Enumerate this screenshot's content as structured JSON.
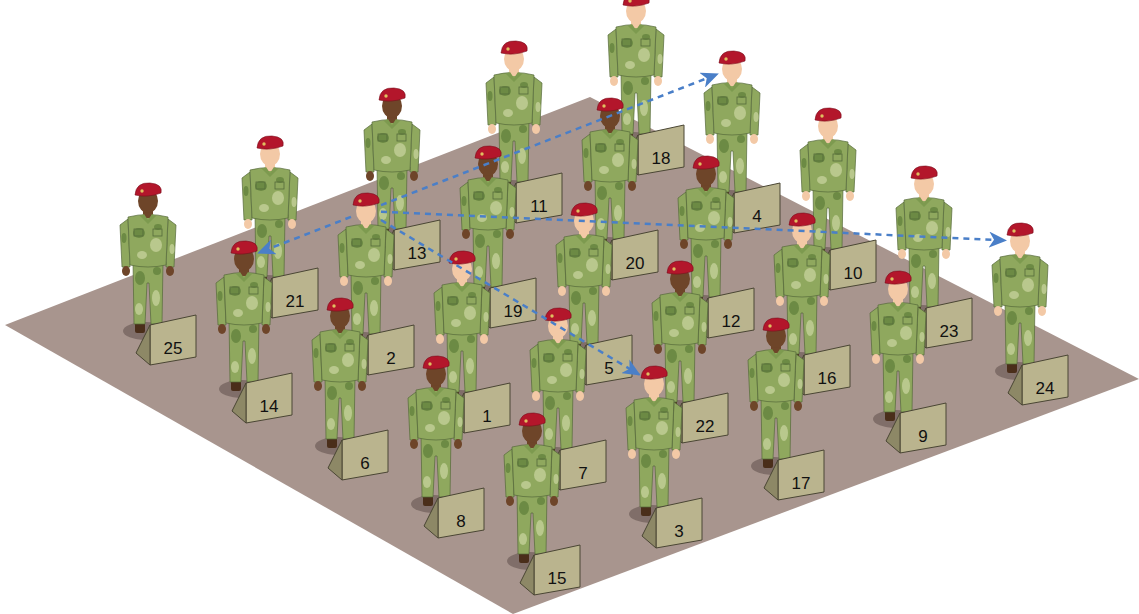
{
  "diagram": {
    "nodes": [
      {
        "text": [
          "25"
        ]
      },
      {
        "text": [
          "21"
        ]
      },
      {
        "text": [
          "13"
        ]
      },
      {
        "text": [
          "11"
        ]
      },
      {
        "text": [
          "18"
        ]
      },
      {
        "text": [
          "14"
        ]
      },
      {
        "text": [
          "2"
        ]
      },
      {
        "text": [
          "19"
        ]
      },
      {
        "text": [
          "20"
        ]
      },
      {
        "text": [
          "4"
        ]
      },
      {
        "text": [
          "6"
        ]
      },
      {
        "text": [
          "1"
        ]
      },
      {
        "text": [
          "5"
        ]
      },
      {
        "text": [
          "12"
        ]
      },
      {
        "text": [
          "10"
        ]
      },
      {
        "text": [
          "8"
        ]
      },
      {
        "text": [
          "7"
        ]
      },
      {
        "text": [
          "22"
        ]
      },
      {
        "text": [
          "16"
        ]
      },
      {
        "text": [
          "23"
        ]
      },
      {
        "text": [
          "15"
        ]
      },
      {
        "text": [
          "3"
        ]
      },
      {
        "text": [
          "17"
        ]
      },
      {
        "text": [
          "9"
        ]
      },
      {
        "text": [
          "24"
        ]
      }
    ],
    "edges": [
      {
        "from": 6,
        "to": 9,
        "arrow": "to"
      },
      {
        "from": 6,
        "to": 24,
        "arrow": "to"
      },
      {
        "from": 6,
        "to": 21,
        "arrow": "to"
      },
      {
        "from": 6,
        "to": 5,
        "arrow": "to"
      }
    ]
  }
}
